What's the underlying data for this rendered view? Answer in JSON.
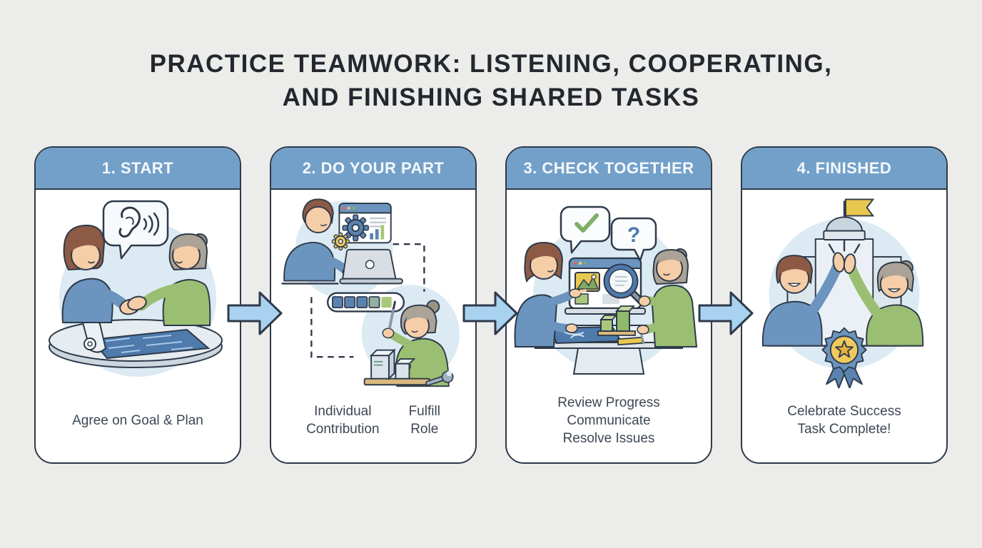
{
  "title": {
    "line1": "PRACTICE TEAMWORK: LISTENING, COOPERATING,",
    "line2": "AND FINISHING SHARED TASKS"
  },
  "colors": {
    "background": "#ECECEA",
    "card_background": "#FFFFFF",
    "header_blue": "#73A0C9",
    "outline_navy": "#2E3A4A",
    "arrow_blue": "#A9D2F0",
    "accent_blue": "#5B83B0",
    "accent_green": "#A9C77D",
    "accent_yellow": "#E8C84F",
    "shirt_blue": "#6B94BE",
    "shirt_green": "#9ABF72"
  },
  "steps": [
    {
      "header": "1. START",
      "captions": [
        [
          "Agree on Goal & Plan"
        ]
      ],
      "icons": [
        "speech-bubble-icon",
        "ear-icon",
        "sound-waves-icon",
        "handshake-icon",
        "blueprint-icon",
        "table-icon"
      ]
    },
    {
      "header": "2. DO YOUR PART",
      "captions": [
        [
          "Individual",
          "Contribution"
        ],
        [
          "Fulfill",
          "Role"
        ]
      ],
      "icons": [
        "browser-window-icon",
        "gear-icon",
        "small-gear-icon",
        "bar-chart-icon",
        "laptop-icon",
        "progress-bar-icon",
        "screwdriver-icon",
        "wrench-icon",
        "blocks-icon"
      ],
      "progress_segments": [
        "#5B83B0",
        "#5B83B0",
        "#5B83B0",
        "#93AFA3",
        "#A9C77D"
      ]
    },
    {
      "header": "3. CHECK TOGETHER",
      "captions": [
        [
          "Review Progress",
          "Communicate",
          "Resolve Issues"
        ]
      ],
      "icons": [
        "checkmark-bubble-icon",
        "question-bubble-icon",
        "monitor-icon",
        "image-placeholder-icon",
        "magnifier-icon",
        "blueprint-icon",
        "ruler-icon"
      ],
      "question_glyph": "?"
    },
    {
      "header": "4. FINISHED",
      "captions": [
        [
          "Celebrate Success",
          "Task Complete!"
        ]
      ],
      "icons": [
        "flag-icon",
        "building-icon",
        "high-five-icon",
        "award-ribbon-icon",
        "star-icon"
      ]
    }
  ]
}
